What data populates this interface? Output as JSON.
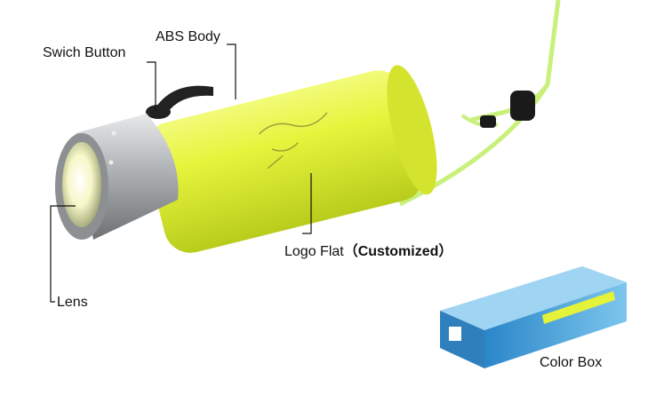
{
  "labels": {
    "switch_button": "Swich Button",
    "abs_body": "ABS Body",
    "logo_flat": "Logo Flat",
    "customized": "（Customized）",
    "lens": "Lens",
    "color_box": "Color Box"
  },
  "colors": {
    "body": "#e4f23a",
    "head": "#b9bcbf",
    "lanyard": "#c8f07a",
    "box": "#3a9ad6"
  }
}
